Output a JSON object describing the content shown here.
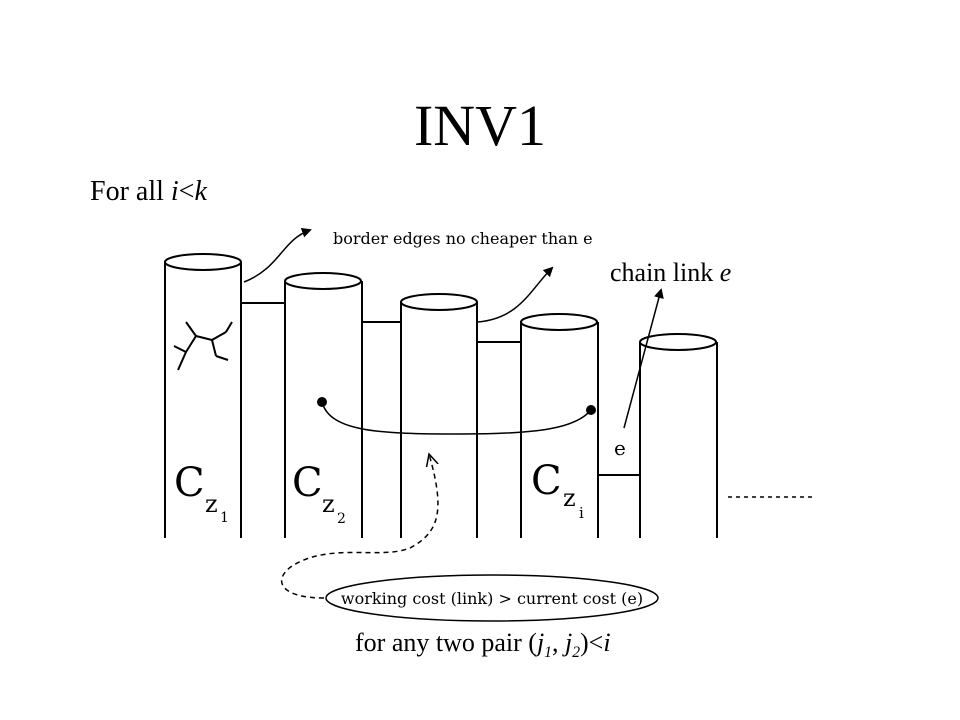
{
  "title": "INV1",
  "subtitle": {
    "prefix": "For all ",
    "i": "i",
    "lt": "<",
    "k": "k"
  },
  "chain_link_caption": {
    "text": "chain link ",
    "var": "e"
  },
  "bottom_caption": {
    "prefix": "for any two pair (",
    "j1": "j",
    "j1sub": "1",
    "comma": ", ",
    "j2": "j",
    "j2sub": "2",
    "suffix": ")<",
    "i": "i"
  },
  "diagram": {
    "border_edges_label": "border edges no cheaper than e",
    "edge_label": "e",
    "working_cost_label": "working cost (link) > current cost (e)",
    "components": [
      {
        "letter": "C",
        "sub": "z",
        "subsub": "1"
      },
      {
        "letter": "C",
        "sub": "z",
        "subsub": "2"
      },
      {
        "letter": "C",
        "sub": "z",
        "subsub": "i"
      }
    ]
  }
}
